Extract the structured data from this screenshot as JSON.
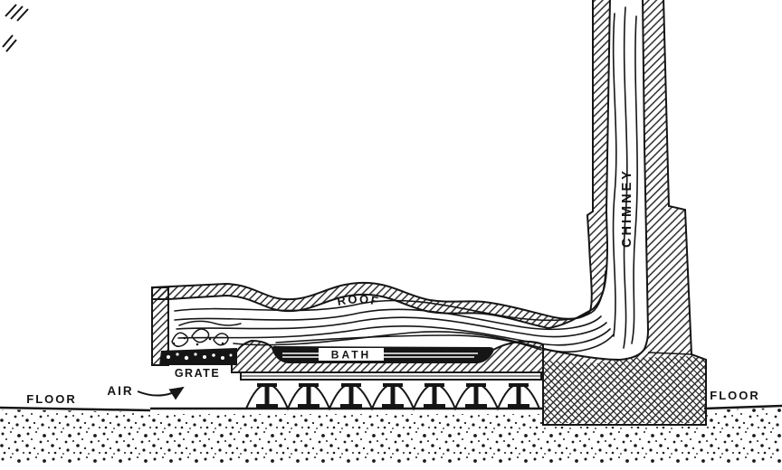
{
  "labels": {
    "roof": "ROOF",
    "bath": "BATH",
    "grate": "GRATE",
    "air": "AIR",
    "chimney": "CHIMNEY",
    "floor_left": "FLOOR",
    "floor_right": "FLOOR"
  },
  "colors": {
    "ink": "#151515",
    "paper": "#ffffff"
  }
}
